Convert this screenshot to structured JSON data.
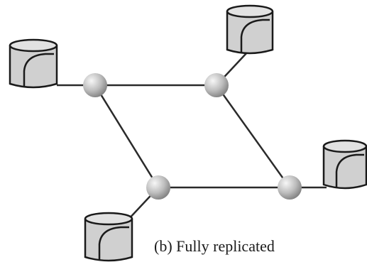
{
  "caption": "(b) Fully replicated",
  "colors": {
    "edge": "#2a2a2a",
    "node_light": "#f2f2f2",
    "node_dark": "#8a8a8a",
    "db_fill": "#d0d0d0",
    "db_stroke": "#1a1a1a"
  },
  "diagram": {
    "nodes": [
      "node-a",
      "node-b",
      "node-c",
      "node-d"
    ],
    "databases": [
      "database-1",
      "database-2",
      "database-3",
      "database-4"
    ],
    "links": [
      [
        "node-a",
        "node-b"
      ],
      [
        "node-a",
        "node-c"
      ],
      [
        "node-b",
        "node-d"
      ],
      [
        "node-c",
        "node-d"
      ],
      [
        "node-a",
        "database-1"
      ],
      [
        "node-b",
        "database-2"
      ],
      [
        "node-d",
        "database-3"
      ],
      [
        "node-c",
        "database-4"
      ]
    ],
    "database_icon": "database-cylinder-icon",
    "node_icon": "network-node-sphere-icon"
  }
}
